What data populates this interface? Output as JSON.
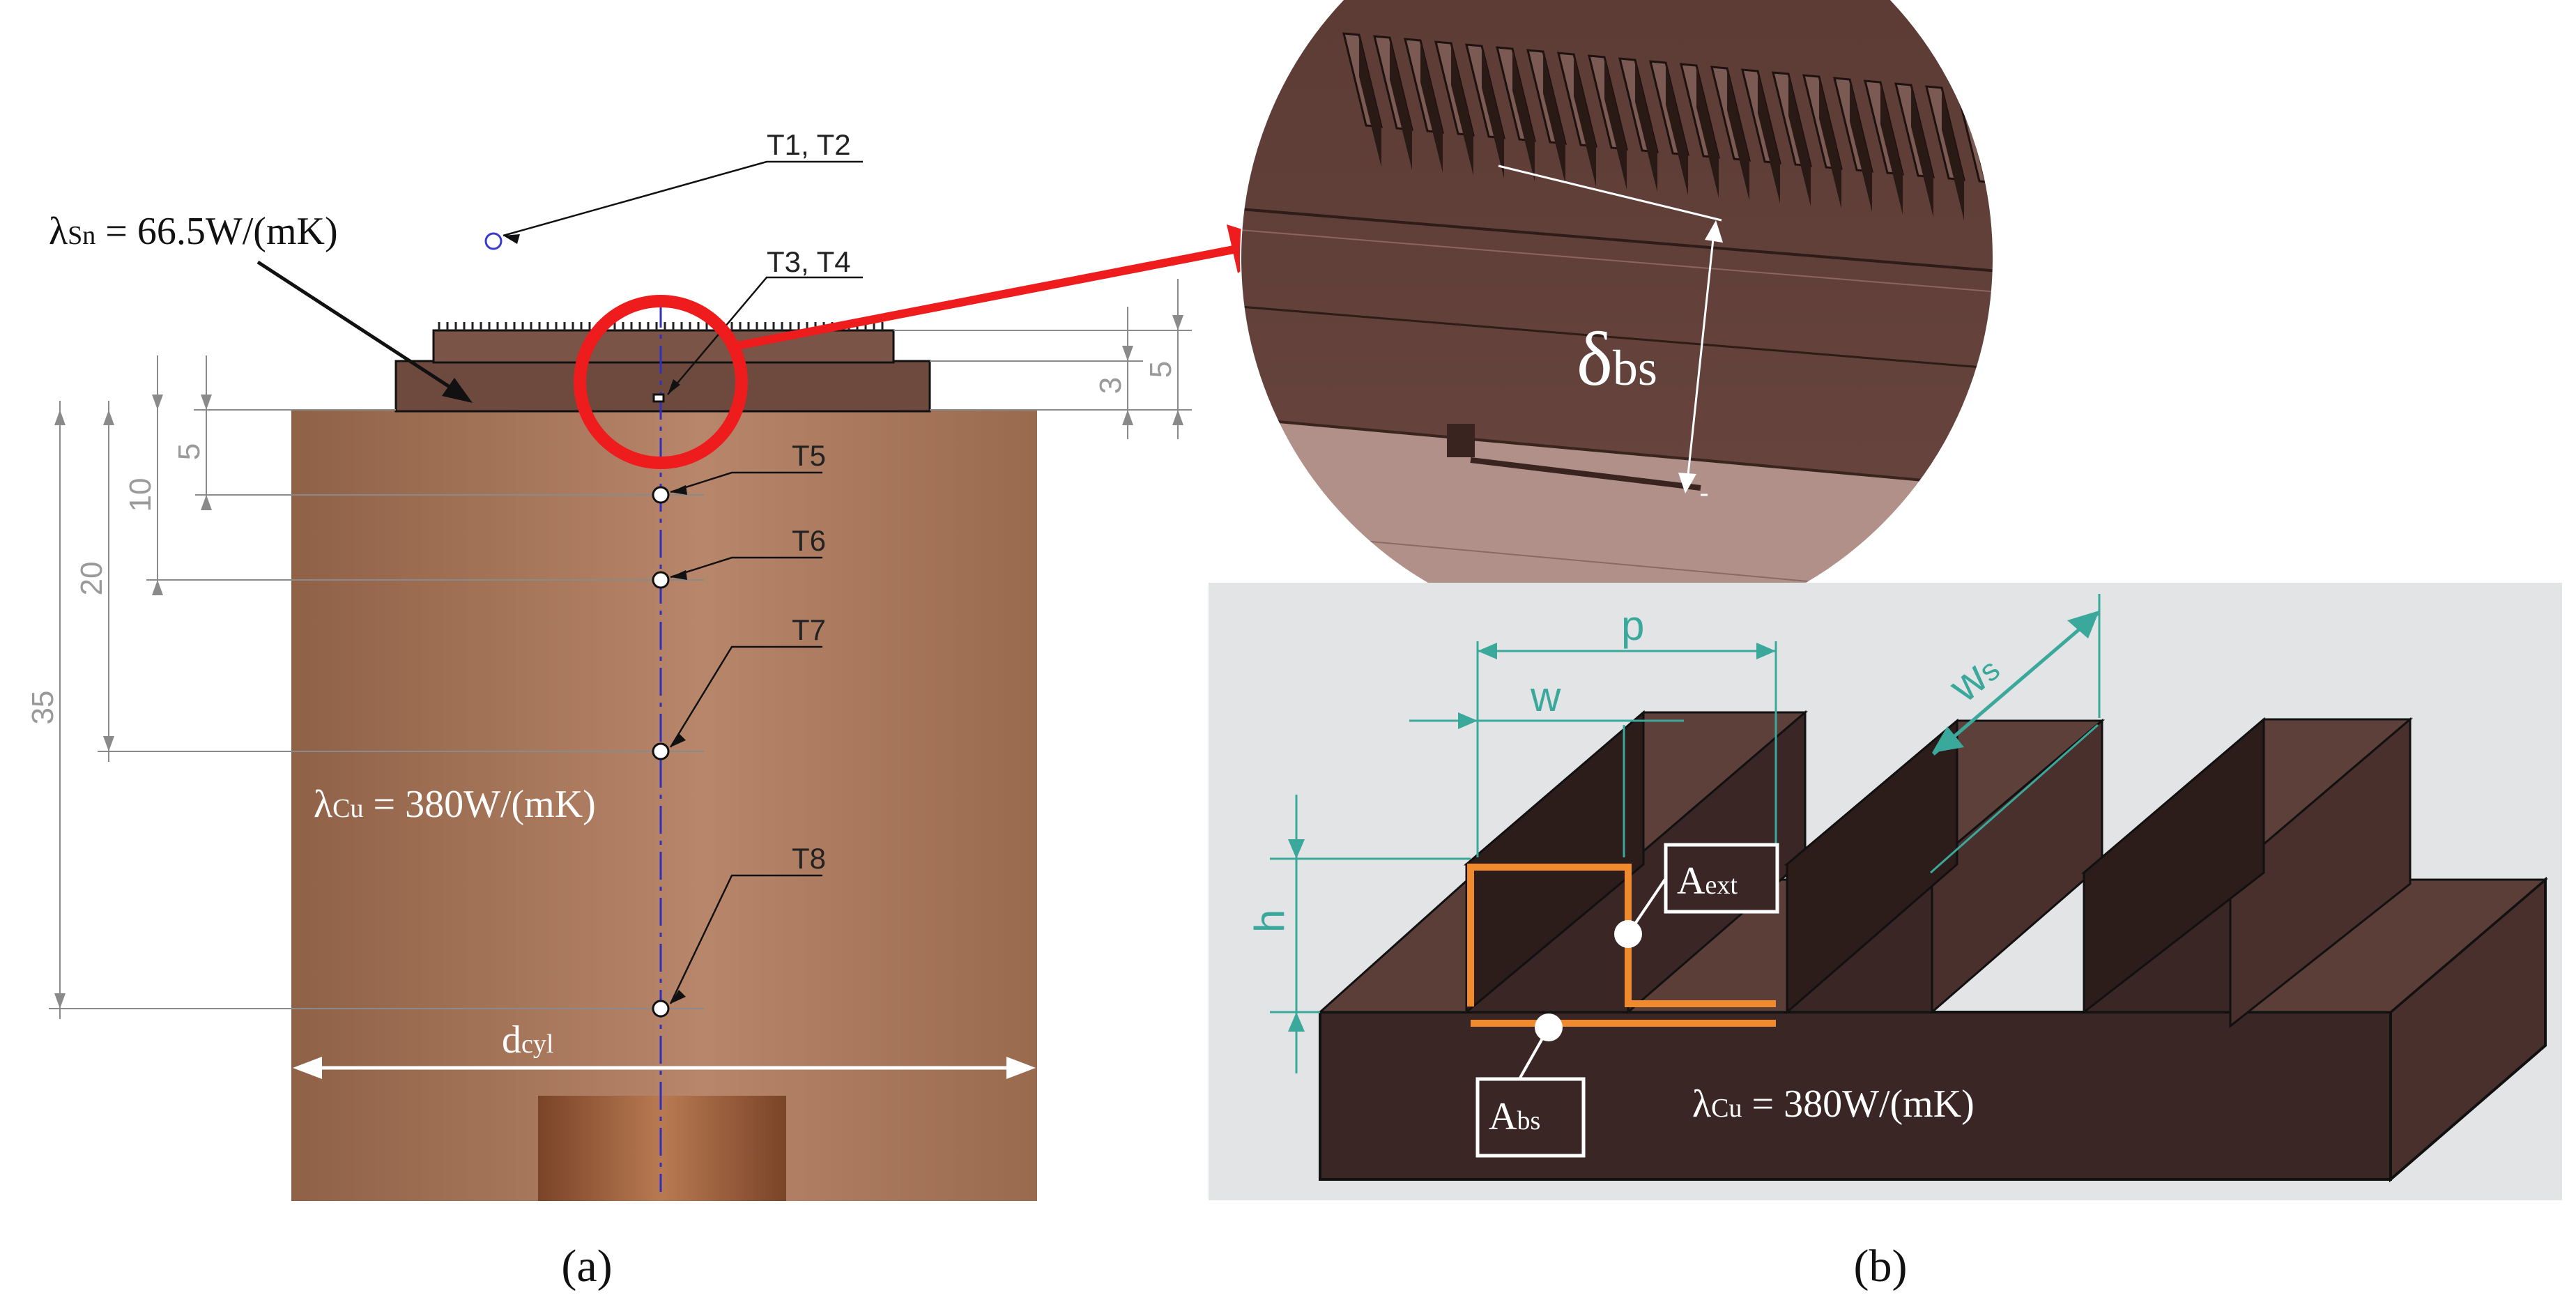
{
  "panel_a": {
    "caption": "(a)",
    "lambda_sn": {
      "symbol": "λ",
      "sub": "Sn",
      "value": " = 66.5W/(mK)"
    },
    "lambda_cu": {
      "symbol": "λ",
      "sub": "Cu",
      "value": " = 380W/(mK)"
    },
    "diameter_label": {
      "main": "d",
      "sub": "cyl"
    },
    "sensors": [
      "T1, T2",
      "T3, T4",
      "T5",
      "T6",
      "T7",
      "T8"
    ],
    "dimensions_left": [
      "5",
      "10",
      "20",
      "35"
    ],
    "dimensions_right": [
      "5",
      "3"
    ]
  },
  "zoom": {
    "label": {
      "main": "δ",
      "sub": "bs"
    }
  },
  "panel_b": {
    "caption": "(b)",
    "labels": {
      "p": "p",
      "w": "w",
      "h": "h",
      "ws_main": "w",
      "ws_sub": "s"
    },
    "a_ext": {
      "main": "A",
      "sub": "ext"
    },
    "a_bs": {
      "main": "A",
      "sub": "bs"
    },
    "lambda_cu": {
      "symbol": "λ",
      "sub": "Cu",
      "value": " = 380W/(mK)"
    }
  },
  "colors": {
    "copper_light": "#a07254",
    "copper_dark": "#8a5c42",
    "solder": "#6e4a3e",
    "fins_dark": "#3a2420",
    "highlight_red": "#ee1c1c",
    "dim_teal": "#3aa89a",
    "area_orange": "#f08a2c",
    "axis_blue": "#3030c0"
  }
}
